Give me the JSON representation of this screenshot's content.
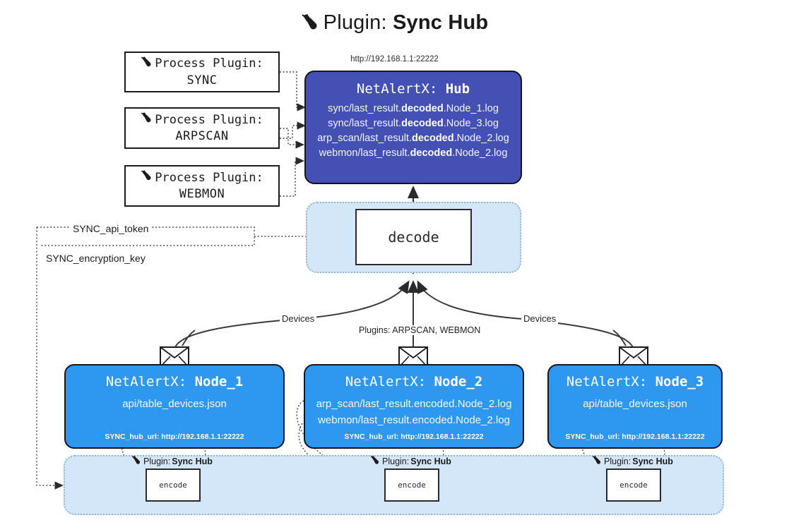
{
  "page": {
    "title_prefix": "Plugin:",
    "title_name": "Sync Hub",
    "title_icon": "plug-icon"
  },
  "process_plugins": [
    {
      "label": "Process Plugin:",
      "name": "SYNC",
      "icon": "plug-icon"
    },
    {
      "label": "Process Plugin:",
      "name": "ARPSCAN",
      "icon": "plug-icon"
    },
    {
      "label": "Process Plugin:",
      "name": "WEBMON",
      "icon": "plug-icon"
    }
  ],
  "hub": {
    "url": "http://192.168.1.1:22222",
    "title_prefix": "NetAlertX:",
    "title_name": "Hub",
    "logs": [
      {
        "pre": "sync/last_result.",
        "mid": "decoded",
        "post": ".Node_1.log"
      },
      {
        "pre": "sync/last_result.",
        "mid": "decoded",
        "post": ".Node_3.log"
      },
      {
        "pre": "arp_scan/last_result.",
        "mid": "decoded",
        "post": ".Node_2.log"
      },
      {
        "pre": "webmon/last_result.",
        "mid": "decoded",
        "post": ".Node_2.log"
      }
    ]
  },
  "decode": {
    "label": "decode"
  },
  "tokens": [
    {
      "label": "SYNC_api_token"
    },
    {
      "label": "SYNC_encryption_key"
    }
  ],
  "edge_labels": {
    "devices_left": "Devices",
    "devices_right": "Devices",
    "plugins_center": "Plugins: ARPSCAN, WEBMON"
  },
  "nodes": [
    {
      "title_prefix": "NetAlertX:",
      "title_name": "Node_1",
      "lines": [
        "api/table_devices.json"
      ],
      "footer": "SYNC_hub_url: http://192.168.1.1:22222",
      "icon": "envelope-icon"
    },
    {
      "title_prefix": "NetAlertX:",
      "title_name": "Node_2",
      "lines": [
        "arp_scan/last_result.encoded.Node_2.log",
        "webmon/last_result.encoded.Node_2.log"
      ],
      "footer": "SYNC_hub_url: http://192.168.1.1:22222",
      "icon": "envelope-icon"
    },
    {
      "title_prefix": "NetAlertX:",
      "title_name": "Node_3",
      "lines": [
        "api/table_devices.json"
      ],
      "footer": "SYNC_hub_url: http://192.168.1.1:22222",
      "icon": "envelope-icon"
    }
  ],
  "encoders": [
    {
      "caption_prefix": "Plugin:",
      "caption_name": "Sync Hub",
      "label": "encode",
      "icon": "plug-icon"
    },
    {
      "caption_prefix": "Plugin:",
      "caption_name": "Sync Hub",
      "label": "encode",
      "icon": "plug-icon"
    },
    {
      "caption_prefix": "Plugin:",
      "caption_name": "Sync Hub",
      "label": "encode",
      "icon": "plug-icon"
    }
  ],
  "colors": {
    "hub_fill": "#4450b4",
    "node_fill": "#2e97f0",
    "region_fill": "#d4e7f8",
    "stroke": "#2a2a2a"
  }
}
